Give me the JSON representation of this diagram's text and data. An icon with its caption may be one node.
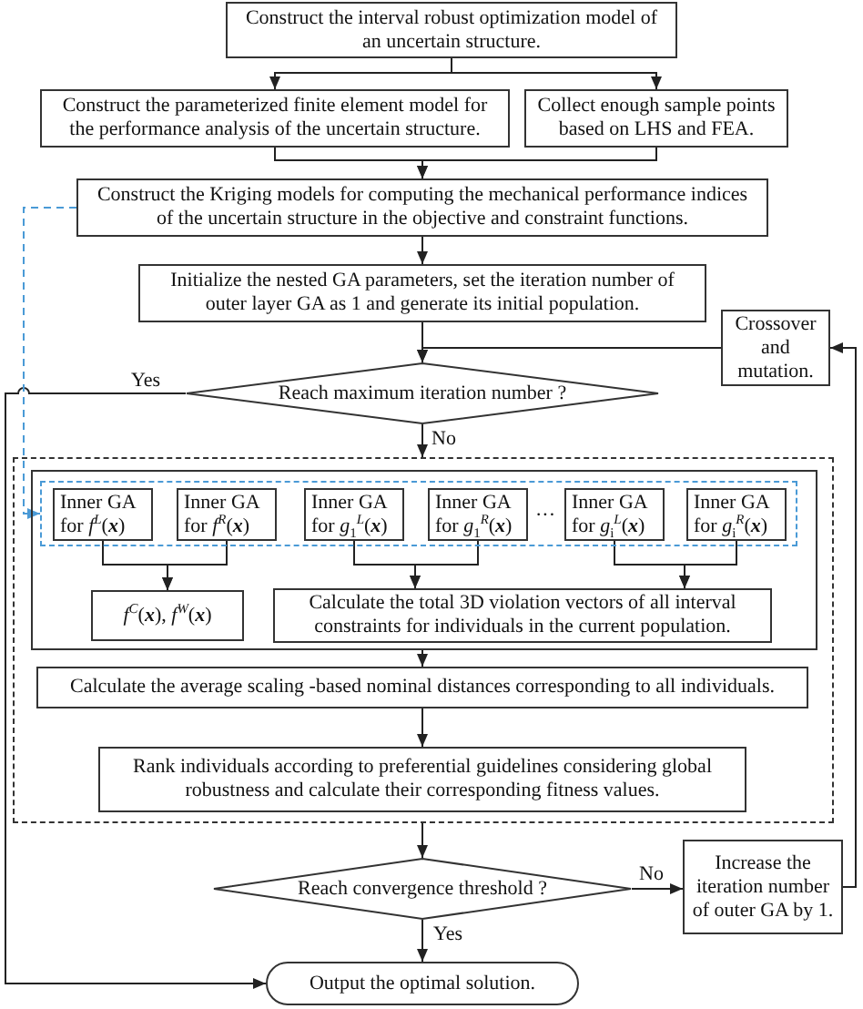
{
  "diagram": {
    "nodes": [
      {
        "text": [
          "Construct the interval robust optimization model of an uncertain structure."
        ]
      },
      {
        "text": [
          "Construct the parameterized finite element model for the performance analysis of the uncertain structure."
        ]
      },
      {
        "text": [
          "Collect enough sample points based on LHS and FEA."
        ]
      },
      {
        "text": [
          "Construct the Kriging models for computing the mechanical performance indices of the uncertain structure in the objective and constraint functions."
        ]
      },
      {
        "text": [
          "Initialize the nested GA parameters, set the iteration number of outer layer GA as 1 and generate its initial population."
        ]
      },
      {
        "text": [
          "Crossover and mutation."
        ]
      },
      {
        "text": [
          "Reach maximum iteration number ?"
        ]
      },
      {
        "text": [],
        "shape": "box"
      },
      {
        "text": [],
        "shape": "box",
        "in": 7
      },
      {
        "text": [],
        "shape": "box",
        "in": 8
      },
      {
        "text": [
          "Inner GA for *f*$^{L}$(**x**)"
        ],
        "in": 9
      },
      {
        "text": [
          "Inner GA for *f*$^{R}$(**x**)"
        ],
        "in": 9
      },
      {
        "text": [
          "Inner GA for *g*$_{1}$$^{L}$(**x**)"
        ],
        "in": 9
      },
      {
        "text": [
          "Inner GA for *g*$_{1}$$^{R}$(**x**)"
        ],
        "in": 9
      },
      {
        "text": [
          "Inner GA for *g*$_{i}$$^{L}$(**x**)"
        ],
        "in": 9
      },
      {
        "text": [
          "Inner GA for *g*$_{i}$$^{R}$(**x**)"
        ],
        "in": 9
      },
      {
        "text": [
          "*f*$^{C}$(**x**), *f*$^{W}$(**x**)"
        ],
        "in": 8
      },
      {
        "text": [
          "Calculate the total 3D violation vectors of all interval constraints for individuals in the current population."
        ],
        "in": 8
      },
      {
        "text": [
          "Calculate the average scaling -based nominal distances corresponding to all individuals."
        ],
        "in": 7
      },
      {
        "text": [
          "Rank individuals according to preferential guidelines considering global robustness and calculate their corresponding fitness values."
        ],
        "in": 7
      },
      {
        "text": [
          "Reach convergence threshold ?"
        ]
      },
      {
        "text": [
          "Increase the iteration number of outer GA by 1."
        ]
      },
      {
        "text": [
          "Output the optimal solution."
        ]
      }
    ],
    "edges": [
      {
        "from": 0,
        "to": 1,
        "arrow": "to"
      },
      {
        "from": 0,
        "to": 2,
        "arrow": "to"
      },
      {
        "from": 1,
        "to": 3,
        "arrow": "to"
      },
      {
        "from": 2,
        "to": 3,
        "arrow": "to"
      },
      {
        "from": 3,
        "to": 4,
        "arrow": "to"
      },
      {
        "from": 4,
        "to": 6,
        "arrow": "to"
      },
      {
        "from": 5,
        "to": 6,
        "arrow": "to"
      },
      {
        "from": 6,
        "to": 22,
        "arrow": "to",
        "label": "Yes"
      },
      {
        "from": 6,
        "to": 7,
        "arrow": "to",
        "label": "No"
      },
      {
        "from": 3,
        "to": 9,
        "arrow": "to",
        "style": "dashed",
        "color": "#4a9ad6"
      },
      {
        "from": 10,
        "to": 16,
        "arrow": "to"
      },
      {
        "from": 11,
        "to": 16,
        "arrow": "to"
      },
      {
        "from": 12,
        "to": 17,
        "arrow": "to"
      },
      {
        "from": 13,
        "to": 17,
        "arrow": "to"
      },
      {
        "from": 14,
        "to": 17,
        "arrow": "to"
      },
      {
        "from": 15,
        "to": 17,
        "arrow": "to"
      },
      {
        "from": 8,
        "to": 18,
        "arrow": "to"
      },
      {
        "from": 18,
        "to": 19,
        "arrow": "to"
      },
      {
        "from": 7,
        "to": 20,
        "arrow": "to"
      },
      {
        "from": 20,
        "to": 21,
        "arrow": "to",
        "label": "No"
      },
      {
        "from": 21,
        "to": 5,
        "arrow": "to"
      },
      {
        "from": 20,
        "to": 22,
        "arrow": "to",
        "label": "Yes"
      }
    ],
    "labels": [
      "···"
    ]
  }
}
